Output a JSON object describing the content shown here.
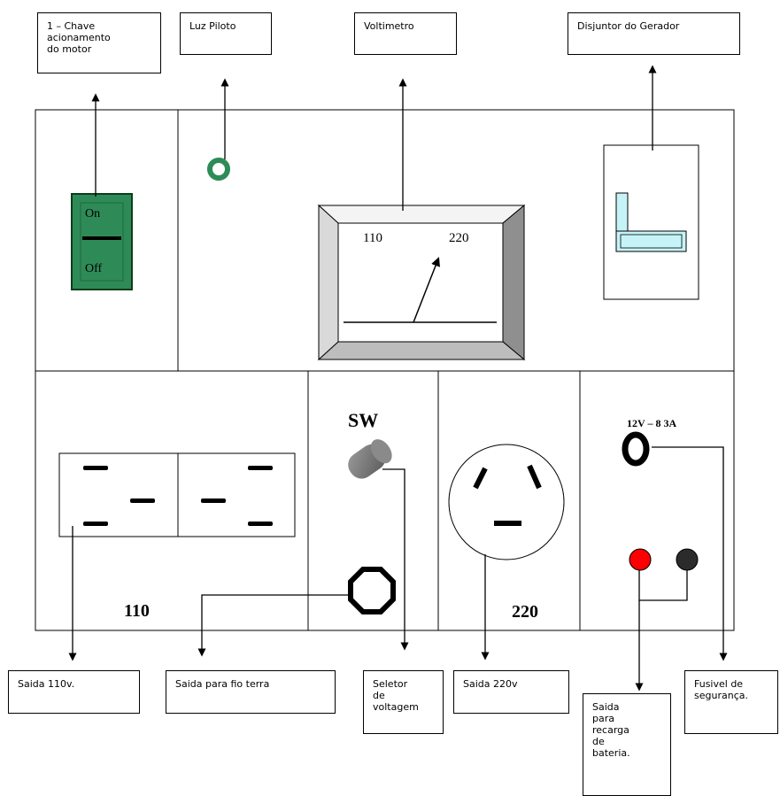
{
  "callouts": {
    "chave": [
      "1 – Chave",
      "acionamento",
      "do motor"
    ],
    "luz_piloto": "Luz Piloto",
    "voltimetro": "Voltimetro",
    "disjuntor": "Disjuntor do Gerador",
    "saida_110": "Saida 110v.",
    "saida_terra": "Saida para fio terra",
    "seletor": [
      "Seletor",
      "de",
      "voltagem"
    ],
    "saida_220": "Saida 220v",
    "saida_bateria": [
      "Saida",
      "para",
      "recarga",
      "de",
      "bateria."
    ],
    "fusivel": [
      "Fusivel de",
      "segurança."
    ]
  },
  "panel": {
    "switch_on": "On",
    "switch_off": "Off",
    "meter_low": "110",
    "meter_high": "220",
    "sw_label": "SW",
    "outlet_110_label": "110",
    "outlet_220_label": "220",
    "fuse_label": "12V – 8 3A"
  },
  "colors": {
    "switch_green": "#2e8b57",
    "pilot_green": "#2e8b57",
    "breaker_blue": "#c6f3f7",
    "meter_gray": "#c8c8c8",
    "battery_red": "#ff0000",
    "battery_black": "#2b2b2b"
  }
}
